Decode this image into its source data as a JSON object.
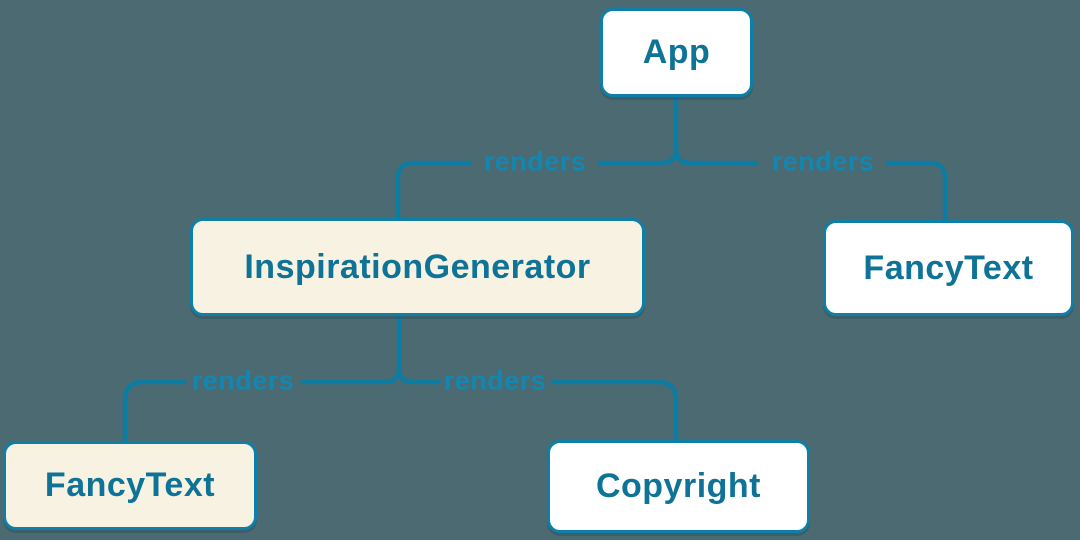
{
  "diagram": {
    "type": "component-render-tree",
    "nodes": [
      {
        "id": "app",
        "label": "App",
        "variant": "plain"
      },
      {
        "id": "inspiration-generator",
        "label": "InspirationGenerator",
        "variant": "highlight"
      },
      {
        "id": "fancy-text-right",
        "label": "FancyText",
        "variant": "plain"
      },
      {
        "id": "fancy-text-left",
        "label": "FancyText",
        "variant": "highlight"
      },
      {
        "id": "copyright",
        "label": "Copyright",
        "variant": "plain"
      }
    ],
    "edges": [
      {
        "from": "App",
        "to": "InspirationGenerator",
        "label": "renders"
      },
      {
        "from": "App",
        "to": "FancyText",
        "label": "renders"
      },
      {
        "from": "InspirationGenerator",
        "to": "FancyText",
        "label": "renders"
      },
      {
        "from": "InspirationGenerator",
        "to": "Copyright",
        "label": "renders"
      }
    ],
    "colors": {
      "background": "#4B6A72",
      "line": "#0C7CA3",
      "edge_label_text": "#1287B2",
      "node_border": "#0E7FA6",
      "node_text": "#0E7396",
      "node_fill_plain": "#FFFFFF",
      "node_fill_highlight": "#F8F2E3"
    }
  }
}
